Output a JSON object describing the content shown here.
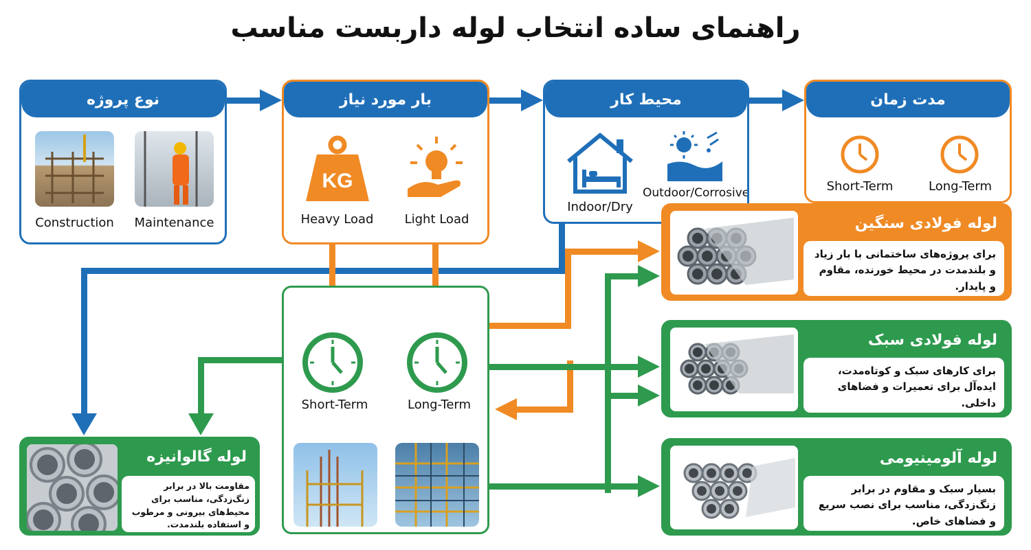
{
  "title": "راهنمای ساده انتخاب لوله داربست مناسب",
  "steps": {
    "project_type": {
      "title": "نوع پروژه",
      "options": [
        "Construction",
        "Maintenance"
      ]
    },
    "load": {
      "title": "بار مورد نیاز",
      "options": [
        "Heavy Load",
        "Light Load"
      ],
      "kg_text": "KG"
    },
    "environment": {
      "title": "محیط کار",
      "options": [
        "Indoor/Dry",
        "Outdoor/Corrosive"
      ]
    },
    "duration": {
      "title": "مدت زمان",
      "options": [
        "Short-Term",
        "Long-Term"
      ]
    }
  },
  "middle": {
    "options": [
      "Short-Term",
      "Long-Term"
    ]
  },
  "results": {
    "heavy_steel": {
      "title": "لوله فولادی سنگین",
      "desc": "برای پروژه‌های ساختمانی با بار زیاد و بلندمدت در محیط خورنده، مقاوم و پایدار."
    },
    "light_steel": {
      "title": "لوله فولادی سبک",
      "desc": "برای کارهای سبک و کوتاه‌مدت، ایده‌آل برای تعمیرات و فضاهای داخلی."
    },
    "aluminum": {
      "title": "لوله آلومینیومی",
      "desc": "بسیار سبک و مقاوم در برابر زنگ‌زدگی، مناسب برای نصب سریع و فضاهای خاص."
    },
    "galvanized": {
      "title": "لوله گالوانیزه",
      "desc": "مقاومت بالا در برابر زنگ‌زدگی، مناسب برای محیط‌های بیرونی و مرطوب و استفاده بلندمدت."
    }
  },
  "colors": {
    "blue": "#1f6fb8",
    "orange": "#f08a24",
    "green": "#2e9a4e"
  },
  "icons": [
    "kg-weight-icon",
    "lightbulb-hand-icon",
    "house-bed-icon",
    "sun-rain-icon",
    "clock-icon"
  ]
}
